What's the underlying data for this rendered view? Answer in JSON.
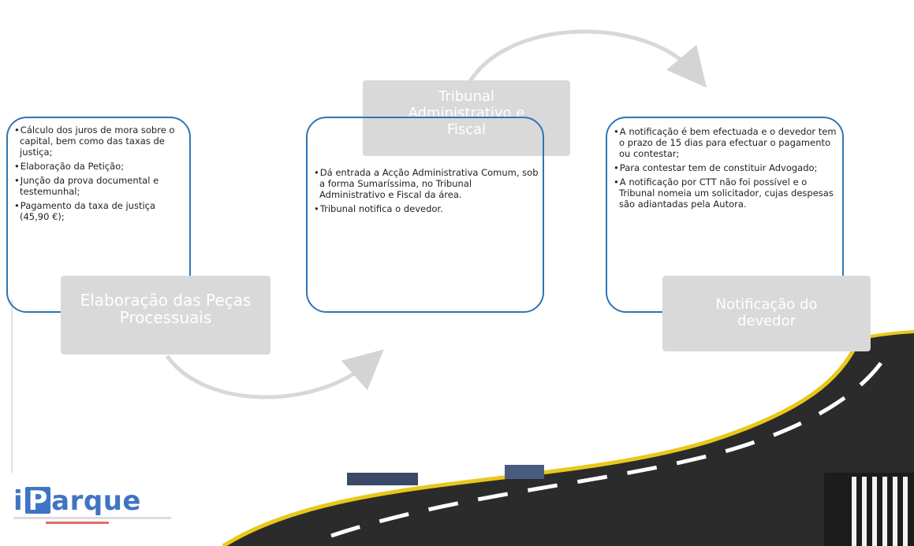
{
  "stages": [
    {
      "title_lines": [
        "Elaboração das Peças",
        "Processuais"
      ],
      "bullets": [
        "Cálculo dos juros de mora sobre o capital, bem como das taxas de justiça;",
        "Elaboração da Petição;",
        "Junção da prova documental e testemunhal;",
        "Pagamento da taxa de justiça (45,90 €);"
      ]
    },
    {
      "title_lines": [
        "Tribunal",
        "Administrativo e",
        "Fiscal"
      ],
      "bullets": [
        "Dá entrada a Acção Administrativa Comum, sob a forma Sumaríssima, no Tribunal Administrativo e Fiscal da área.",
        "Tribunal notifica o devedor."
      ]
    },
    {
      "title_lines": [
        "Notificação do",
        "devedor"
      ],
      "bullets": [
        "A notificação é bem efectuada e o devedor tem o prazo de 15 dias para efectuar o pagamento ou contestar;",
        "Para contestar tem de constituir Advogado;",
        "A notificação por CTT não foi possível e o Tribunal nomeia um solicitador, cujas despesas são adiantadas pela Autora."
      ]
    }
  ],
  "logo": {
    "prefix": "i",
    "boxed": "P",
    "rest": "arque"
  },
  "colors": {
    "card_border": "#2e75b6",
    "title_bg": "#d9d9d9",
    "road": "#2b2b2b",
    "road_edge": "#e8c81a",
    "logo": "#3f74c4"
  }
}
